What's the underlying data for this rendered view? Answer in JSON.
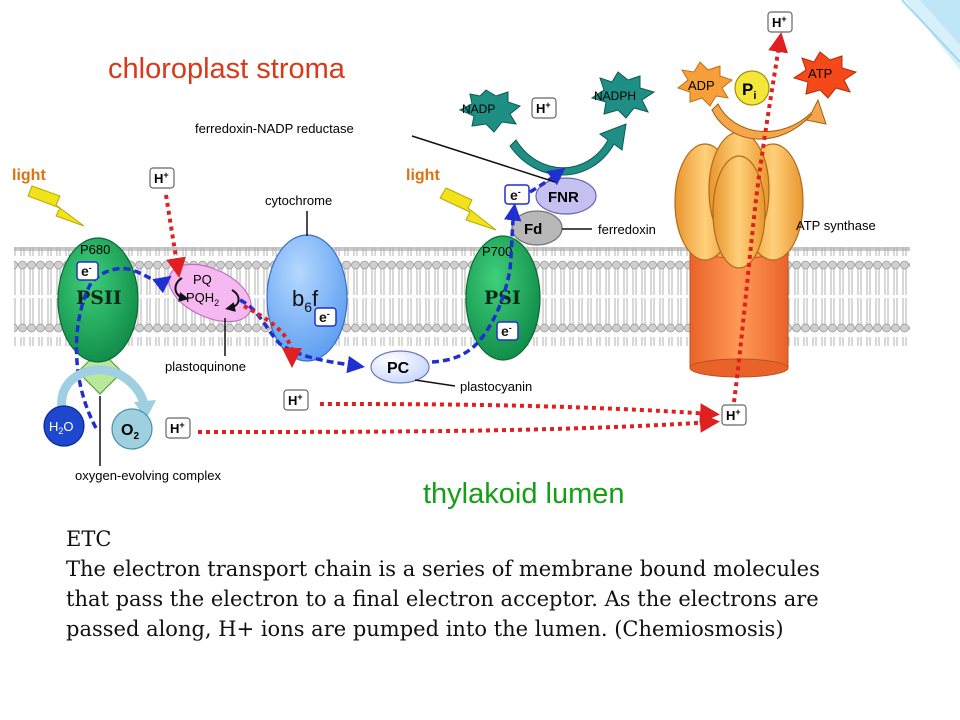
{
  "diagram": {
    "stroma_title": "chloroplast stroma",
    "lumen_title": "thylakoid lumen",
    "light_left": "light",
    "light_right": "light",
    "p680": "P680",
    "p700": "P700",
    "psii": "PSII",
    "psi": "PSI",
    "cytochrome_label": "cytochrome",
    "b6f_b": "b",
    "b6f_sub": "6",
    "b6f_f": "f",
    "pq": "PQ",
    "pqh": "PQH",
    "pqh_sub": "2",
    "plastoquinone_label": "plastoquinone",
    "pc": "PC",
    "plastocyanin_label": "plastocyanin",
    "fnr": "FNR",
    "fd": "Fd",
    "ferredoxin_label": "ferredoxin",
    "fnr_label": "ferredoxin-NADP reductase",
    "nadp": "NADP",
    "nadph": "NADPH",
    "adp": "ADP",
    "atp": "ATP",
    "pi_p": "P",
    "pi_i": "i",
    "atp_synthase_label": "ATP synthase",
    "oec_label": "oxygen-evolving complex",
    "h2o_h": "H",
    "h2o_sub": "2",
    "h2o_o": "O",
    "o2_o": "O",
    "o2_sub": "2",
    "electron": "e",
    "electron_sup": "-",
    "proton": "H",
    "proton_sup": "+"
  },
  "caption": {
    "heading": "ETC",
    "line1": "The electron transport chain is a series of membrane bound molecules",
    "line2": "that pass the electron to a final electron acceptor.  As the electrons are",
    "line3": "passed along, H+ ions are pumped into the lumen. (Chemiosmosis)"
  },
  "colors": {
    "photosystem": "#1aa35a",
    "cytochrome": "#80b8ff",
    "plastoquinone": "#f5b8f0",
    "electron_path": "#1f2fd0",
    "proton_path": "#e02020",
    "stroma_title": "#d8391a",
    "lumen_title": "#14a014",
    "light": "#f2e21a",
    "nadp": "#1f8e84",
    "atp": "#f5491a",
    "adp": "#f5a03a",
    "atp_synthase_head": "#f5a64a",
    "atp_synthase_stalk": "#f58040"
  }
}
